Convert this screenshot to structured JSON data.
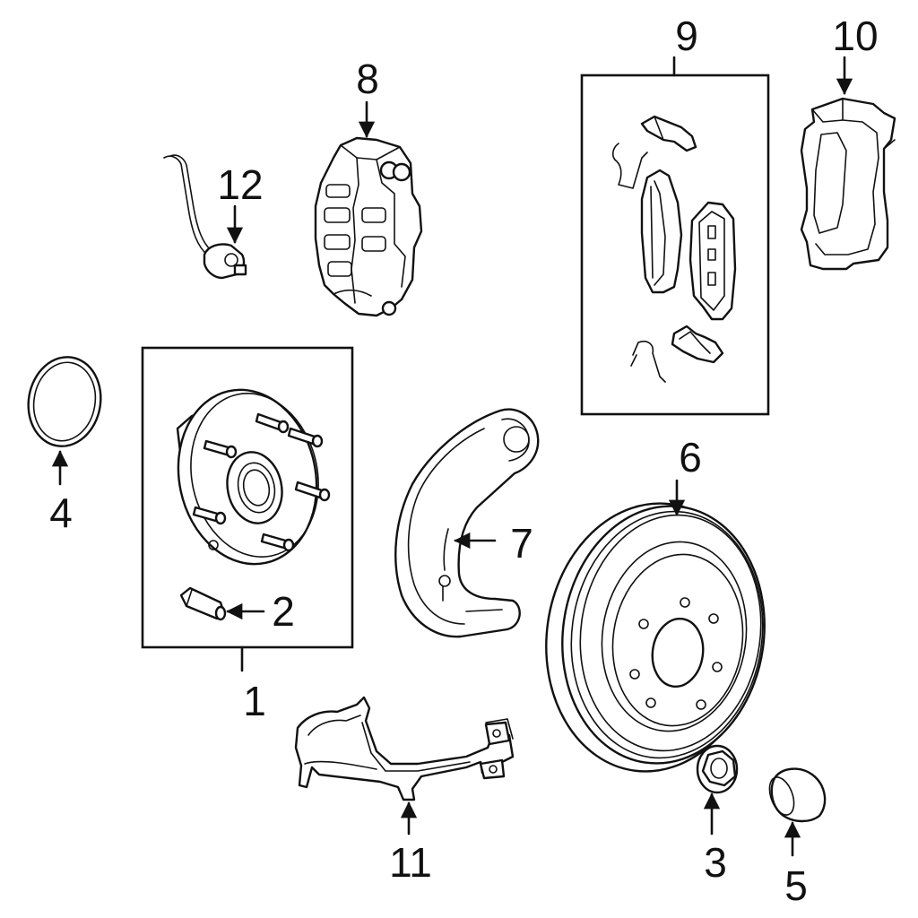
{
  "callouts": {
    "c1": "1",
    "c2": "2",
    "c3": "3",
    "c4": "4",
    "c5": "5",
    "c6": "6",
    "c7": "7",
    "c8": "8",
    "c9": "9",
    "c10": "10",
    "c11": "11",
    "c12": "12"
  },
  "colors": {
    "ink": "#111111",
    "background": "#ffffff"
  }
}
